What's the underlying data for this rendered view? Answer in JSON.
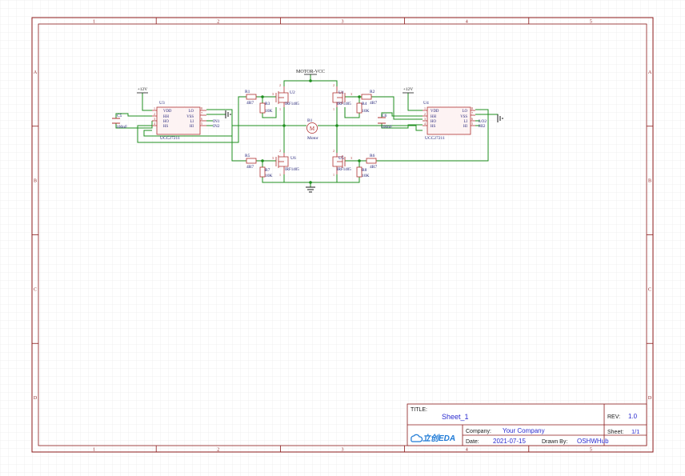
{
  "colors": {
    "grid": "#e8e8e8",
    "frame": "#8b1a1a",
    "wire": "#1f8f1f",
    "part": "#b03030",
    "label": "#23237a",
    "value": "#1a1a70",
    "titleblock_text": "#2b2bcf"
  },
  "frame": {
    "col_labels": [
      "1",
      "2",
      "3",
      "4",
      "5"
    ],
    "row_labels": [
      "A",
      "B",
      "C",
      "D"
    ]
  },
  "net_labels": {
    "motor_vcc": "MOTOR-VCC",
    "vcc_left": "+12V",
    "vcc_right": "+12V",
    "in1": "IN1",
    "in2": "IN2",
    "hi1": "LO2",
    "hi2": "HI2"
  },
  "components": {
    "u3": {
      "ref": "U3",
      "value": "UCC27211",
      "pins_left": [
        "VDD",
        "HH",
        "HO",
        "HS"
      ],
      "pins_right": [
        "LO",
        "VSS",
        "LI",
        "HI"
      ],
      "pin_nums_left": [
        "1",
        "2",
        "3",
        "4"
      ],
      "pin_nums_right": [
        "8",
        "7",
        "6",
        "5"
      ]
    },
    "u4": {
      "ref": "U4",
      "value": "UCC27211",
      "pins_left": [
        "VDD",
        "HH",
        "HO",
        "HS"
      ],
      "pins_right": [
        "LO",
        "VSS",
        "LI",
        "HI"
      ],
      "pin_nums_left": [
        "1",
        "2",
        "3",
        "4"
      ],
      "pin_nums_right": [
        "8",
        "7",
        "6",
        "5"
      ]
    },
    "c5": {
      "ref": "C5",
      "value": "100nF"
    },
    "c6": {
      "ref": "C6",
      "value": "100nF"
    },
    "r1": {
      "ref": "R1",
      "value": "4R7"
    },
    "r2": {
      "ref": "R2",
      "value": "4R7"
    },
    "r3": {
      "ref": "R3",
      "value": "10K"
    },
    "r4": {
      "ref": "R4",
      "value": "10K"
    },
    "r5": {
      "ref": "R5",
      "value": "4R7"
    },
    "r6": {
      "ref": "R6",
      "value": "4R7"
    },
    "r7": {
      "ref": "R7",
      "value": "10K"
    },
    "r8": {
      "ref": "R8",
      "value": "10K"
    },
    "q2": {
      "ref": "U2",
      "value": "IRF1405"
    },
    "q1": {
      "ref": "U1",
      "value": "IRF1405"
    },
    "q6": {
      "ref": "U6",
      "value": "IRF1405"
    },
    "q5": {
      "ref": "U5",
      "value": "IRF1405"
    },
    "m1": {
      "ref": "B1",
      "value": "Motor",
      "symbol": "M"
    }
  },
  "title_block": {
    "title_label": "TITLE:",
    "title": "Sheet_1",
    "rev_label": "REV:",
    "rev": "1.0",
    "company_label": "Company:",
    "company": "Your Company",
    "sheet_label": "Sheet:",
    "sheet": "1/1",
    "date_label": "Date:",
    "date": "2021-07-15",
    "drawn_label": "Drawn By:",
    "drawn": "OSHWHub",
    "logo_text": "立创EDA"
  }
}
